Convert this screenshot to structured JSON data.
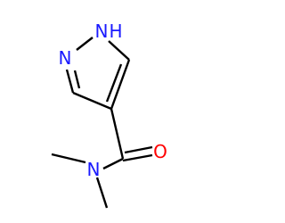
{
  "molecule": {
    "atoms": [
      {
        "id": "n1",
        "symbol": "N",
        "hydrogen": "H",
        "color": "#1a1aff"
      },
      {
        "id": "n2",
        "symbol": "N",
        "color": "#1a1aff"
      },
      {
        "id": "o1",
        "symbol": "O",
        "color": "#ff0000"
      },
      {
        "id": "n3",
        "symbol": "N",
        "color": "#1a1aff"
      }
    ]
  }
}
